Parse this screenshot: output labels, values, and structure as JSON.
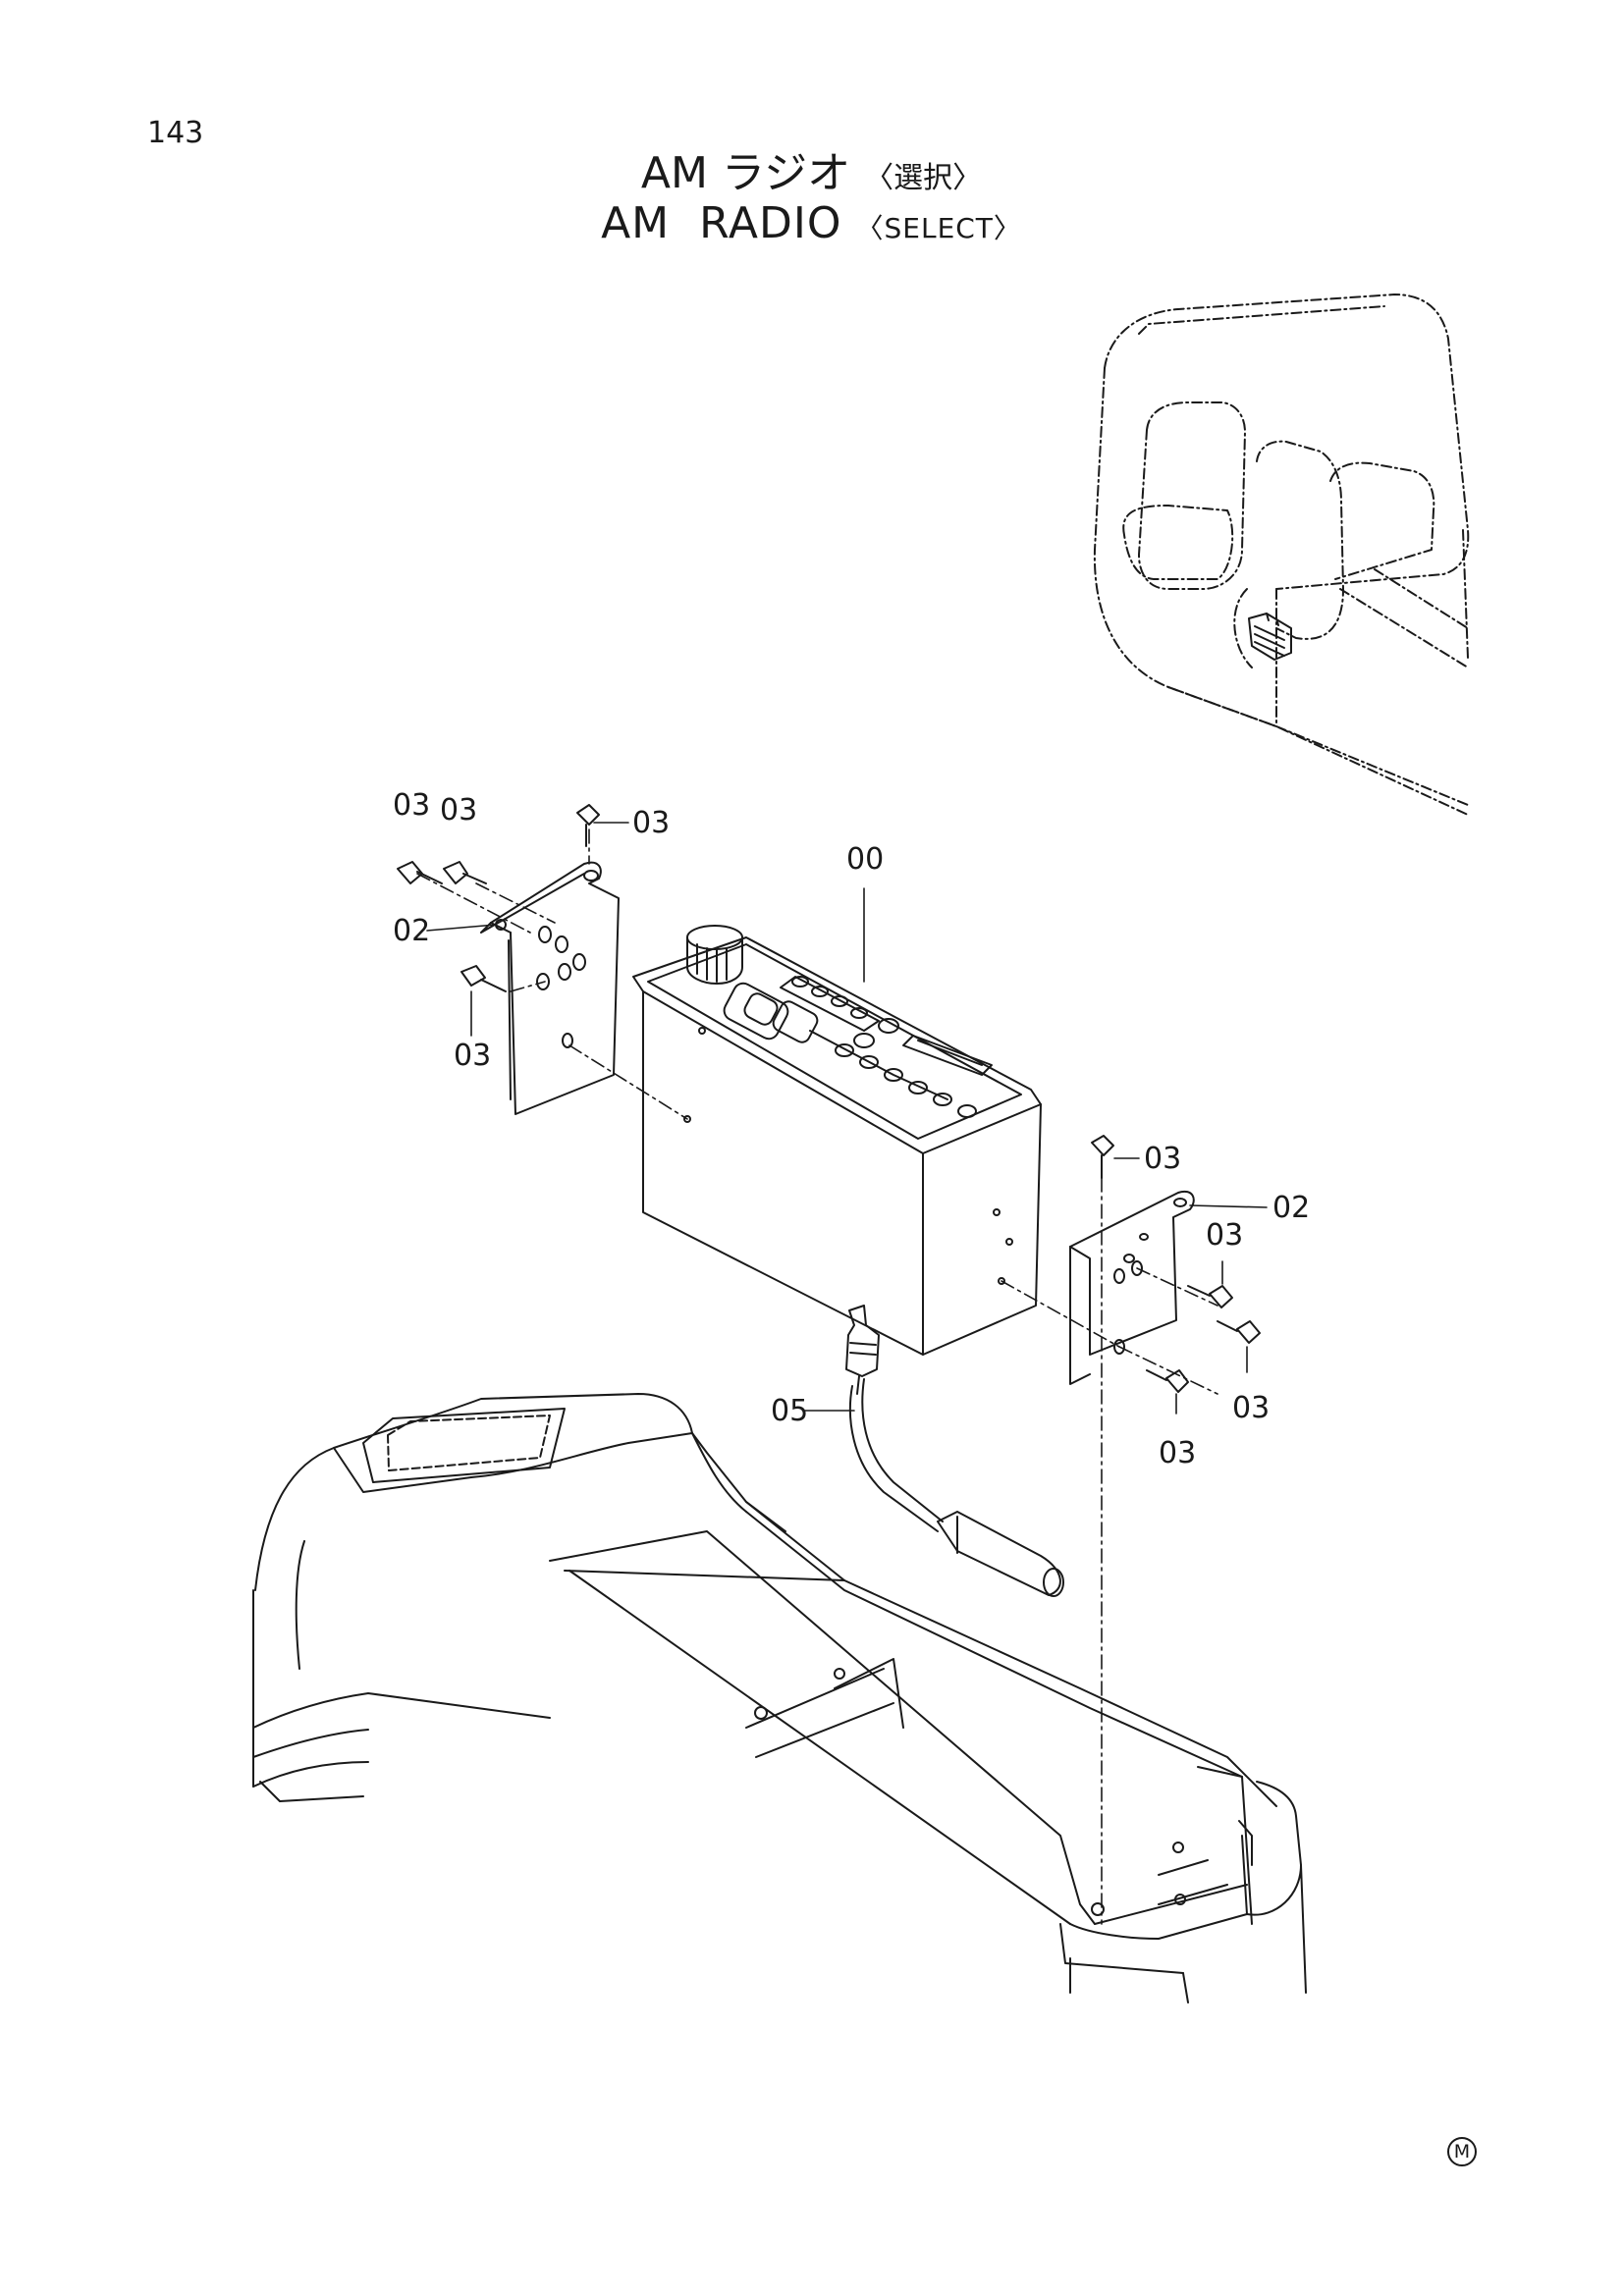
{
  "page_number": "143",
  "title_jp": {
    "main": "AM ラジオ",
    "sub": "〈選択〉"
  },
  "title_en": {
    "main": "AM  RADIO",
    "sub": "〈SELECT〉"
  },
  "callouts": {
    "c00": "00",
    "c02": "02",
    "c03": "03",
    "c05": "05"
  },
  "footer_mark": "M",
  "colors": {
    "line": "#1a1a1a",
    "background": "#ffffff"
  }
}
